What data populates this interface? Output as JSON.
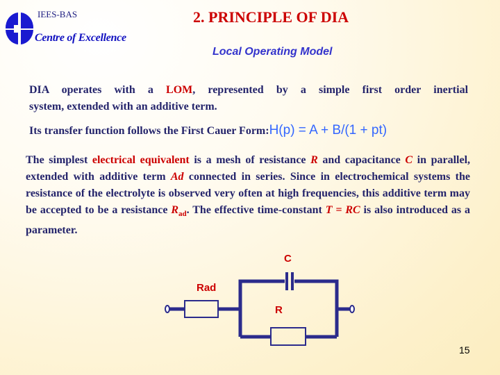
{
  "header": {
    "institution": "IEES-BAS",
    "tagline": "Centre of Excellence",
    "title": "2.  PRINCIPLE OF DIA",
    "subtitle": "Local Operating Model"
  },
  "body": {
    "paragraph1": {
      "pre": "DIA operates with a ",
      "highlight": "LOM",
      "post_line1": ", represented by a simple first order inertial",
      "line2": "system, extended with an additive term."
    },
    "paragraph2": {
      "text": "Its transfer function follows the First Cauer Form:",
      "formula": "H(p) = A + B/(1 + pt)"
    },
    "paragraph3": {
      "t1": "The simplest ",
      "h1": "electrical equivalent",
      "t2": "  is a mesh of resistance ",
      "h2": "R",
      "t3": " and capacitance ",
      "h3": "C",
      "t4": " in parallel, extended with additive term ",
      "h4": "Ad",
      "t5": " connected in series. Since in electrochemical systems the resistance of the electrolyte is observed very often at high frequencies, this additive term may be accepted to be a resistance ",
      "h5": "R",
      "h5_sub": "ad",
      "t6": ". The effective time-constant ",
      "h6": "T = RC",
      "t7": " is also introduced as a parameter."
    }
  },
  "circuit": {
    "label_c": "C",
    "label_rad": "Rad",
    "label_r": "R",
    "wire_color": "#2b2b8c",
    "label_color": "#cc0000"
  },
  "footer": {
    "page_number": "15"
  }
}
